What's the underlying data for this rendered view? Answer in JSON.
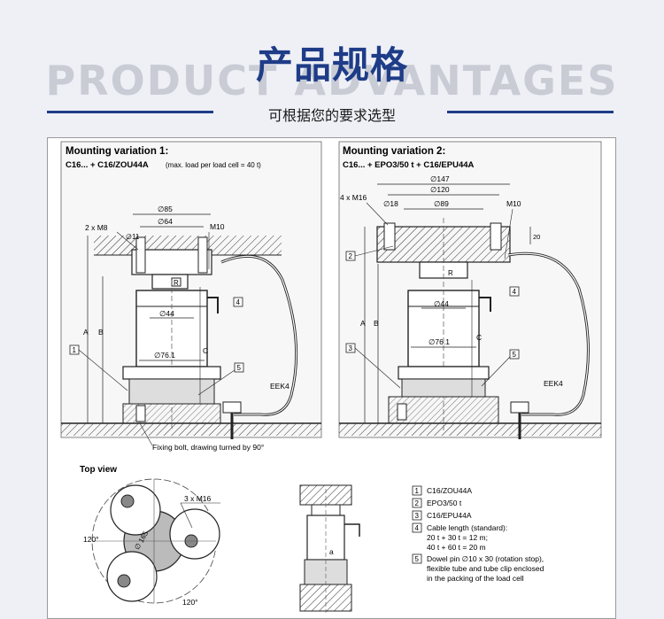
{
  "header": {
    "title": "产品规格",
    "background_word": "PRODUCT ADVANTAGES",
    "subtitle": "可根据您的要求选型"
  },
  "colors": {
    "accent": "#1e3c87",
    "background": "#eef0f6"
  },
  "variation1": {
    "title": "Mounting variation 1:",
    "subtitle_bold": "C16... + C16/ZOU44A",
    "subtitle_note": "(max. load per load cell = 40 t)",
    "dims": {
      "d85": "∅85",
      "d64": "∅64",
      "d11": "∅11",
      "m8": "2 x M8",
      "m10": "M10",
      "d44": "∅44",
      "d761": "∅76.1",
      "a": "A",
      "b": "B",
      "c": "C",
      "r": "R"
    },
    "cable": "EEK4",
    "note": "Fixing bolt, drawing turned by 90°"
  },
  "variation2": {
    "title": "Mounting variation 2:",
    "subtitle_bold": "C16... + EPO3/50 t + C16/EPU44A",
    "dims": {
      "d147": "∅147",
      "d120": "∅120",
      "d18": "∅18",
      "d89": "∅89",
      "m16": "4 x M16",
      "m10": "M10",
      "d44": "∅44",
      "d761": "∅76.1",
      "h": "20",
      "a": "A",
      "b": "B",
      "c": "C",
      "r": "R"
    },
    "cable": "EEK4"
  },
  "topview": {
    "title": "Top view",
    "m16": "3 x M16",
    "angle1": "120°",
    "angle2": "120°",
    "d165": "∅ 165"
  },
  "callouts": {
    "n1": "1",
    "n2": "2",
    "n3": "3",
    "n4": "4",
    "n5": "5"
  },
  "detail": {
    "a": "a"
  },
  "legend": [
    {
      "num": "1",
      "lines": [
        "C16/ZOU44A"
      ]
    },
    {
      "num": "2",
      "lines": [
        "EPO3/50 t"
      ]
    },
    {
      "num": "3",
      "lines": [
        "C16/EPU44A"
      ]
    },
    {
      "num": "4",
      "lines": [
        "Cable length (standard):",
        "20 t + 30 t = 12 m;",
        "40 t + 60 t = 20 m"
      ]
    },
    {
      "num": "5",
      "lines": [
        "Dowel pin ∅10 x 30 (rotation stop),",
        "flexible tube and tube clip enclosed",
        "in the packing of the load cell"
      ]
    }
  ]
}
